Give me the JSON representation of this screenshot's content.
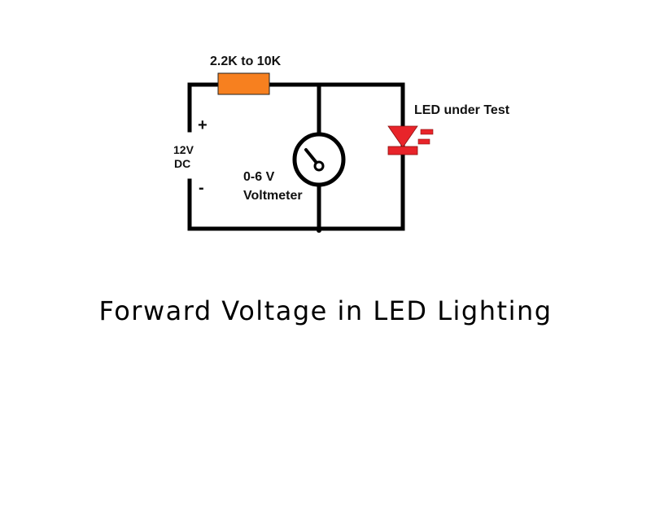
{
  "diagram": {
    "title": "Forward Voltage in LED Lighting",
    "resistor": {
      "label": "2.2K to 10K",
      "color": "#F7801F"
    },
    "battery": {
      "voltage_label": "12V",
      "type_label": "DC",
      "plus_sign": "+",
      "minus_sign": "-"
    },
    "voltmeter": {
      "range_label": "0-6 V",
      "name_label": "Voltmeter"
    },
    "led": {
      "label": "LED under Test",
      "color": "#E8242A"
    },
    "wire_color": "#000000"
  }
}
